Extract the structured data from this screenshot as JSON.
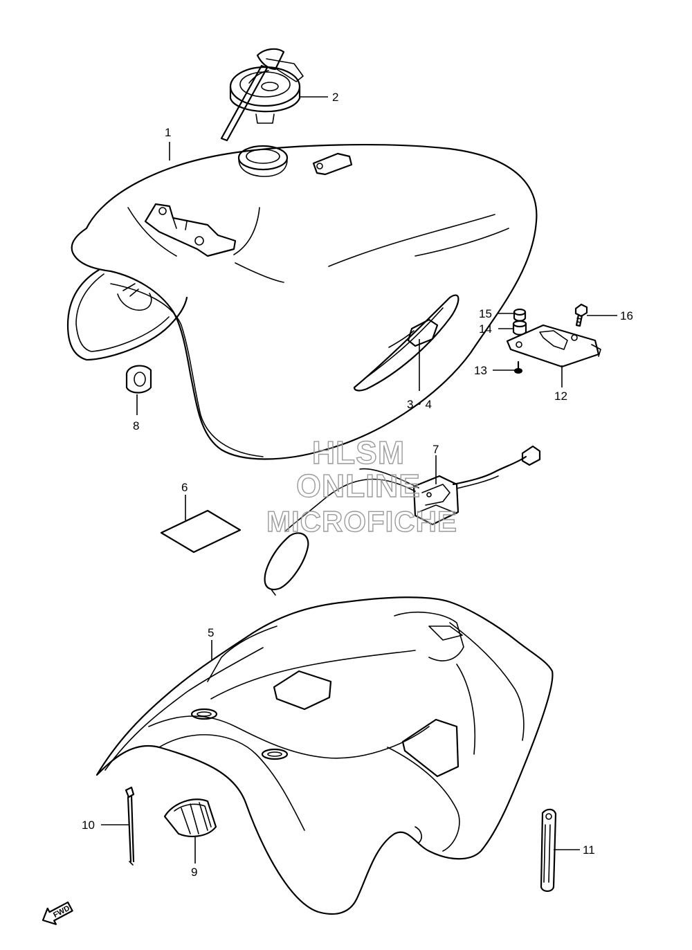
{
  "callouts": [
    {
      "id": "1",
      "label": "1"
    },
    {
      "id": "2",
      "label": "2"
    },
    {
      "id": "3_4",
      "label": "3・4"
    },
    {
      "id": "5",
      "label": "5"
    },
    {
      "id": "6",
      "label": "6"
    },
    {
      "id": "7",
      "label": "7"
    },
    {
      "id": "8",
      "label": "8"
    },
    {
      "id": "9",
      "label": "9"
    },
    {
      "id": "10",
      "label": "10"
    },
    {
      "id": "11",
      "label": "11"
    },
    {
      "id": "12",
      "label": "12"
    },
    {
      "id": "13",
      "label": "13"
    },
    {
      "id": "14",
      "label": "14"
    },
    {
      "id": "15",
      "label": "15"
    },
    {
      "id": "16",
      "label": "16"
    }
  ],
  "watermark": {
    "line1": "HLSM",
    "line2": "ONLINE",
    "line3": "MICROFICHE"
  },
  "direction_marker": {
    "label": "FWD",
    "icon": "forward-arrow-icon"
  }
}
